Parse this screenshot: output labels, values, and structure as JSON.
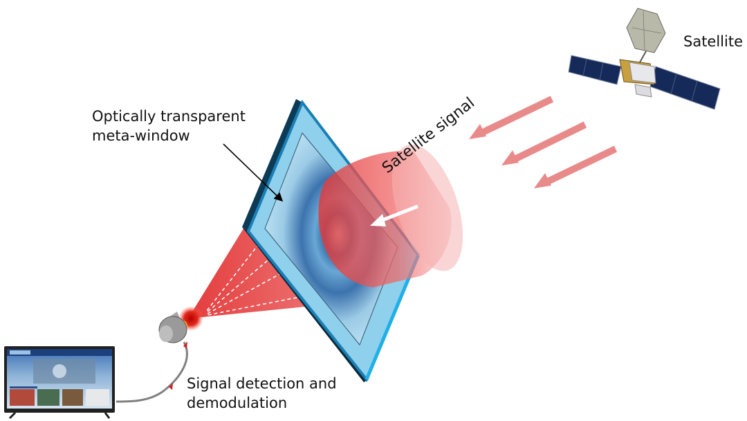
{
  "labels": {
    "satellite": "Satellite",
    "meta_window_line1": "Optically transparent",
    "meta_window_line2": "meta-window",
    "satellite_signal": "Satellite signal",
    "detection_line1": "Signal detection and",
    "detection_line2": "demodulation"
  },
  "icons": {
    "satellite": "satellite-icon",
    "meta_window": "meta-window-panel-icon",
    "receiver": "receiver-horn-icon",
    "television": "television-icon"
  },
  "colors": {
    "signal_arrows": "#e98a8a",
    "signal_beam": "#f03a3a",
    "panel_fill": "#8fd0ec",
    "panel_edge": "#1a7fb5",
    "panel_dark_edge": "#0d2a3a",
    "focal_spot": "#e0261e",
    "solar_panel": "#162a5a",
    "satellite_body": "#c8a040"
  }
}
